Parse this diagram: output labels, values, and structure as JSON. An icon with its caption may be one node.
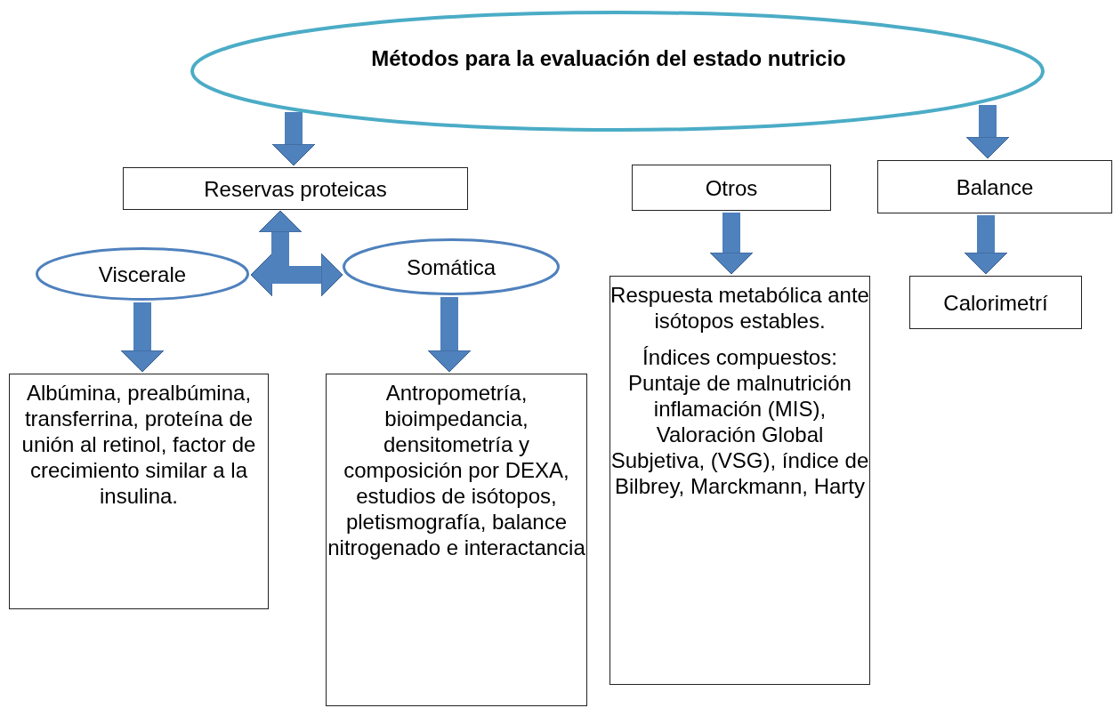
{
  "diagram": {
    "nodes": [
      {
        "text": [
          "Métodos para la evaluación del estado nutricio"
        ]
      },
      {
        "text": [
          "Reservas proteicas"
        ]
      },
      {
        "text": [
          "Otros"
        ]
      },
      {
        "text": [
          "Balance"
        ]
      },
      {
        "text": [
          "Viscerale"
        ]
      },
      {
        "text": [
          "Somática"
        ]
      },
      {
        "text": [
          "Albúmina, prealbúmina, transferrina, proteína de unión al retinol, factor de crecimiento similar a la insulina."
        ]
      },
      {
        "text": [
          "Antropometría, bioimpedancia, densitometría y composición por DEXA, estudios de isótopos, pletismografía, balance nitrogenado e interactancia"
        ]
      },
      {
        "text": [
          "Respuesta metabólica ante isótopos estables.",
          "Índices compuestos: Puntaje de malnutrición inflamación (MIS), Valoración Global Subjetiva, (VSG), índice de Bilbrey, Marckmann, Harty"
        ]
      },
      {
        "text": [
          "Calorimetrí"
        ]
      }
    ],
    "edges": [
      {
        "from": 0,
        "to": 1,
        "arrow": "to"
      },
      {
        "from": 0,
        "to": 3,
        "arrow": "to"
      },
      {
        "from": 1,
        "to": 4,
        "arrow": "both"
      },
      {
        "from": 1,
        "to": 5,
        "arrow": "both"
      },
      {
        "from": 4,
        "to": 6,
        "arrow": "to"
      },
      {
        "from": 5,
        "to": 7,
        "arrow": "to"
      },
      {
        "from": 2,
        "to": 8,
        "arrow": "to"
      },
      {
        "from": 3,
        "to": 9,
        "arrow": "to"
      }
    ]
  }
}
